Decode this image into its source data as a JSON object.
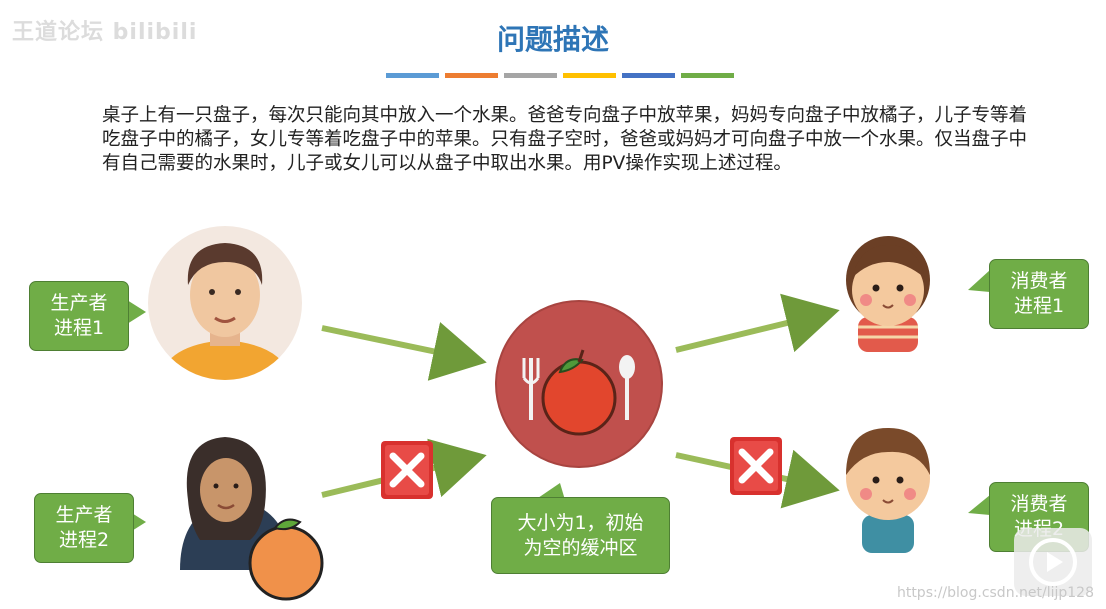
{
  "watermark": "王道论坛 bilibili",
  "title": "问题描述",
  "title_bar_colors": [
    "#5b9bd5",
    "#ed7d31",
    "#a5a5a5",
    "#ffc000",
    "#4472c4",
    "#70ad47"
  ],
  "description": "桌子上有一只盘子，每次只能向其中放入一个水果。爸爸专向盘子中放苹果，妈妈专向盘子中放橘子，儿子专等着吃盘子中的橘子，女儿专等着吃盘子中的苹果。只有盘子空时，爸爸或妈妈才可向盘子中放一个水果。仅当盘子中有自己需要的水果时，儿子或女儿可以从盘子中取出水果。用PV操作实现上述过程。",
  "producer1": {
    "line1": "生产者",
    "line2": "进程1"
  },
  "producer2": {
    "line1": "生产者",
    "line2": "进程2"
  },
  "consumer1": {
    "line1": "消费者",
    "line2": "进程1"
  },
  "consumer2": {
    "line1": "消费者",
    "line2": "进程2"
  },
  "buffer": {
    "line1": "大小为1，初始",
    "line2": "为空的缓冲区"
  },
  "csdn_url": "https://blog.csdn.net/lijp128",
  "colors": {
    "callout_green": "#70ad47",
    "arrow_green": "#9bbb59",
    "plate_red": "#c0504d",
    "x_red": "#e03a3a"
  }
}
